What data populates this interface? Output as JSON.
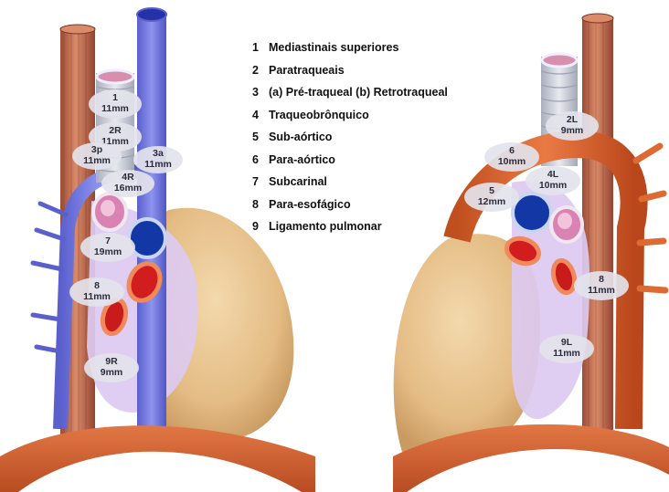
{
  "legend": [
    {
      "num": "1",
      "text": "Mediastinais superiores"
    },
    {
      "num": "2",
      "text": "Paratraqueais"
    },
    {
      "num": "3",
      "text": "(a) Pré-traqueal  (b) Retrotraqueal"
    },
    {
      "num": "4",
      "text": "Traqueobrônquico"
    },
    {
      "num": "5",
      "text": "Sub-aórtico"
    },
    {
      "num": "6",
      "text": "Para-aórtico"
    },
    {
      "num": "7",
      "text": "Subcarinal"
    },
    {
      "num": "8",
      "text": "Para-esofágico"
    },
    {
      "num": "9",
      "text": "Ligamento pulmonar"
    }
  ],
  "right_view": {
    "station_1": {
      "id": "1",
      "size": "11mm"
    },
    "station_2R": {
      "id": "2R",
      "size": "11mm"
    },
    "station_3p": {
      "id": "3p",
      "size": "11mm"
    },
    "station_3a": {
      "id": "3a",
      "size": "11mm"
    },
    "station_4R": {
      "id": "4R",
      "size": "16mm"
    },
    "station_7": {
      "id": "7",
      "size": "19mm"
    },
    "station_8": {
      "id": "8",
      "size": "11mm"
    },
    "station_9R": {
      "id": "9R",
      "size": "9mm"
    }
  },
  "left_view": {
    "station_2L": {
      "id": "2L",
      "size": "9mm"
    },
    "station_6": {
      "id": "6",
      "size": "10mm"
    },
    "station_4L": {
      "id": "4L",
      "size": "10mm"
    },
    "station_5": {
      "id": "5",
      "size": "12mm"
    },
    "station_8": {
      "id": "8",
      "size": "11mm"
    },
    "station_9L": {
      "id": "9L",
      "size": "11mm"
    }
  },
  "colors": {
    "vena_cava": "#6e74d8",
    "aorta": "#d9622b",
    "esophagus": "#b9654a",
    "heart": "#e9c48c",
    "mediastinum": "#dcc8ef",
    "diaphragm": "#d96a3a",
    "node_oval": "#e3e3ec",
    "trachea": "#c9cdd6"
  }
}
